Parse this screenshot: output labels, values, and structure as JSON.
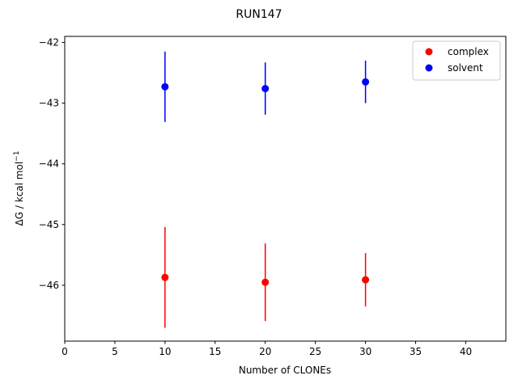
{
  "chart_data": {
    "type": "scatter",
    "title": "RUN147",
    "xlabel": "Number of CLONEs",
    "ylabel": "ΔG / kcal mol",
    "ylabel_sup": "−1",
    "xlim": [
      0,
      44
    ],
    "ylim": [
      -46.92,
      -41.9
    ],
    "xticks": [
      0,
      5,
      10,
      15,
      20,
      25,
      30,
      35,
      40
    ],
    "yticks": [
      -42,
      -43,
      -44,
      -45,
      -46
    ],
    "legend_position": "top-right",
    "grid": false,
    "series": [
      {
        "name": "complex",
        "color": "#ff0000",
        "points": [
          {
            "x": 10,
            "y": -45.87,
            "err": 0.83
          },
          {
            "x": 20,
            "y": -45.95,
            "err": 0.64
          },
          {
            "x": 30,
            "y": -45.91,
            "err": 0.44
          }
        ]
      },
      {
        "name": "solvent",
        "color": "#0000ff",
        "points": [
          {
            "x": 10,
            "y": -42.73,
            "err": 0.58
          },
          {
            "x": 20,
            "y": -42.76,
            "err": 0.43
          },
          {
            "x": 30,
            "y": -42.65,
            "err": 0.35
          }
        ]
      }
    ]
  }
}
